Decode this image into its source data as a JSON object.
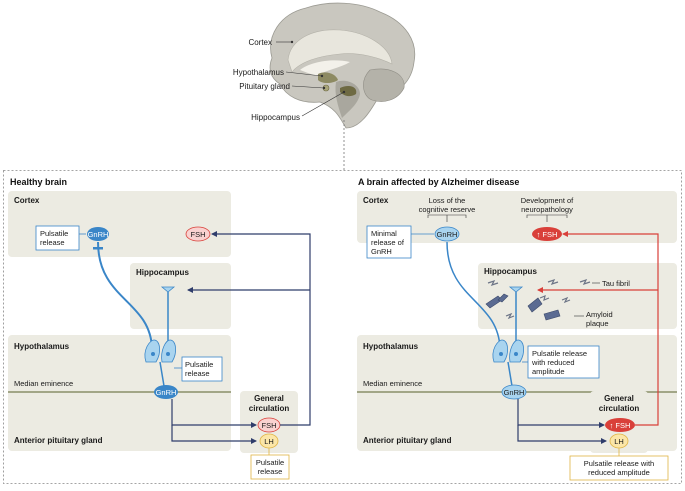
{
  "brain": {
    "labels": {
      "cortex": "Cortex",
      "hypothalamus": "Hypothalamus",
      "pituitary": "Pituitary gland",
      "hippocampus": "Hippocampus"
    }
  },
  "healthy": {
    "title": "Healthy brain",
    "regions": {
      "cortex": "Cortex",
      "hippocampus": "Hippocampus",
      "hypothalamus": "Hypothalamus",
      "median_eminence": "Median eminence",
      "anterior_pituitary": "Anterior pituitary gland",
      "general_circulation": [
        "General",
        "circulation"
      ]
    },
    "nodes": {
      "gnrh": "GnRH",
      "fsh": "FSH",
      "lh": "LH"
    },
    "notes": {
      "pulsatile_cortex": [
        "Pulsatile",
        "release"
      ],
      "pulsatile_hypo": [
        "Pulsatile",
        "release"
      ],
      "pulsatile_lh": [
        "Pulsatile",
        "release"
      ]
    }
  },
  "ad": {
    "title": "A brain affected by Alzheimer disease",
    "regions": {
      "cortex": "Cortex",
      "hippocampus": "Hippocampus",
      "hypothalamus": "Hypothalamus",
      "median_eminence": "Median eminence",
      "anterior_pituitary": "Anterior pituitary gland",
      "general_circulation": [
        "General",
        "circulation"
      ]
    },
    "nodes": {
      "gnrh": "GnRH",
      "fsh": "↑ FSH",
      "lh": "LH"
    },
    "notes": {
      "loss_reserve": [
        "Loss of the",
        "cognitive reserve"
      ],
      "neuropathology": [
        "Development of",
        "neuropathology"
      ],
      "minimal_release": [
        "Minimal",
        "release of",
        "GnRH"
      ],
      "tau": "Tau fibril",
      "amyloid": [
        "Amyloid",
        "plaque"
      ],
      "pulsatile_reduced": [
        "Pulsatile release",
        "with reduced",
        "amplitude"
      ],
      "lh_reduced": [
        "Pulsatile release with",
        "reduced amplitude"
      ]
    }
  },
  "colors": {
    "panel": "#ecebe2",
    "navy": "#2f3d6b",
    "blue": "#3a86c8",
    "light_blue": "#a9d4ef",
    "red": "#d9403a",
    "pink": "#f9d2d0",
    "lh_fill": "#fbe6a8",
    "lh_border": "#e0b443",
    "brain_gray": "#c9c7bf",
    "median_line": "#8a9069"
  }
}
